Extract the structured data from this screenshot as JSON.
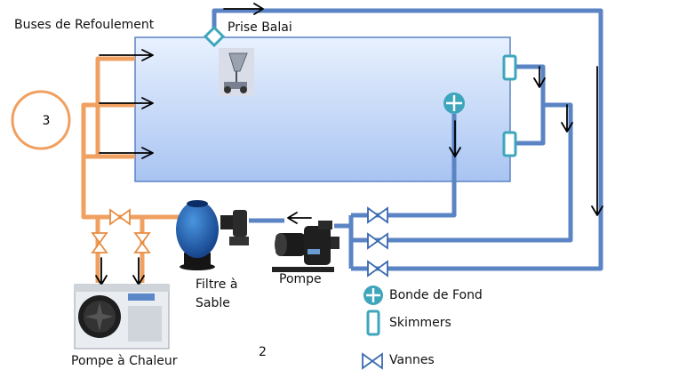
{
  "labels": {
    "buses": "Buses de Refoulement",
    "prise_balai": "Prise Balai",
    "filtre_line1": "Filtre à",
    "filtre_line2": "Sable",
    "pompe": "Pompe",
    "pompe_chaleur": "Pompe à Chaleur",
    "circle_number": "3",
    "number_2": "2"
  },
  "legend": {
    "bonde": "Bonde de Fond",
    "skimmers": "Skimmers",
    "vannes": "Vannes"
  },
  "colors": {
    "blue_pipe": "#5b84c4",
    "orange_pipe": "#f0a060",
    "teal": "#3ea6bc",
    "pool_fill": "#bcd2f4",
    "filter_blue": "#1c63b4"
  }
}
